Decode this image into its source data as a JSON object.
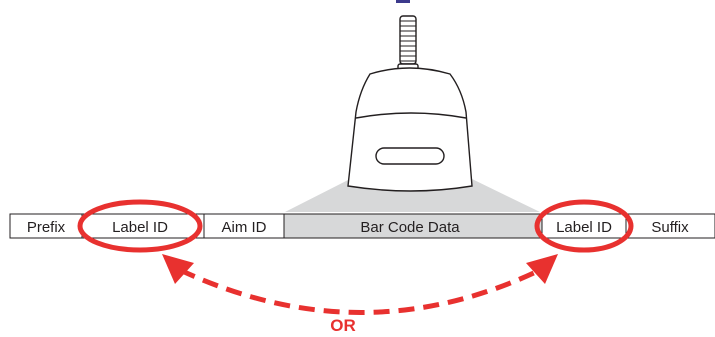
{
  "fields": [
    {
      "id": "prefix",
      "label": "Prefix"
    },
    {
      "id": "label-id-left",
      "label": "Label ID"
    },
    {
      "id": "aim-id",
      "label": "Aim ID"
    },
    {
      "id": "bar-code-data",
      "label": "Bar Code Data"
    },
    {
      "id": "label-id-right",
      "label": "Label ID"
    },
    {
      "id": "suffix",
      "label": "Suffix"
    }
  ],
  "connector_label": "OR",
  "colors": {
    "highlight": "#e8312f",
    "scan_area": "#d7d8d9",
    "outline": "#231f20",
    "title_fragment": "#3c3a8c"
  },
  "icons": {
    "scanner": "handheld-scanner-icon",
    "arrow": "double-headed-dashed-arrow"
  }
}
